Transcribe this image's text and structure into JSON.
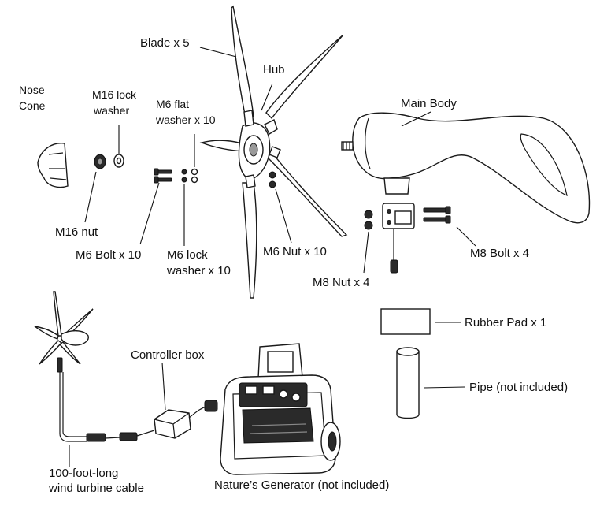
{
  "labels": {
    "blade": "Blade x 5",
    "hub": "Hub",
    "main_body": "Main Body",
    "nose_cone_line1": "Nose",
    "nose_cone_line2": "Cone",
    "m16_lock_washer_line1": "M16 lock",
    "m16_lock_washer_line2": "washer",
    "m6_flat_washer_line1": "M6 flat",
    "m6_flat_washer_line2": "washer x 10",
    "m16_nut": "M16 nut",
    "m6_bolt": "M6 Bolt x 10",
    "m6_lock_washer_line1": "M6 lock",
    "m6_lock_washer_line2": "washer x 10",
    "m6_nut": "M6 Nut x 10",
    "m8_bolt": "M8 Bolt x 4",
    "m8_nut": "M8 Nut x 4",
    "rubber_pad": "Rubber Pad x 1",
    "pipe": "Pipe (not included)",
    "controller_box": "Controller box",
    "cable_line1": "100-foot-long",
    "cable_line2": "wind turbine cable",
    "generator": "Nature’s Generator (not included)"
  }
}
